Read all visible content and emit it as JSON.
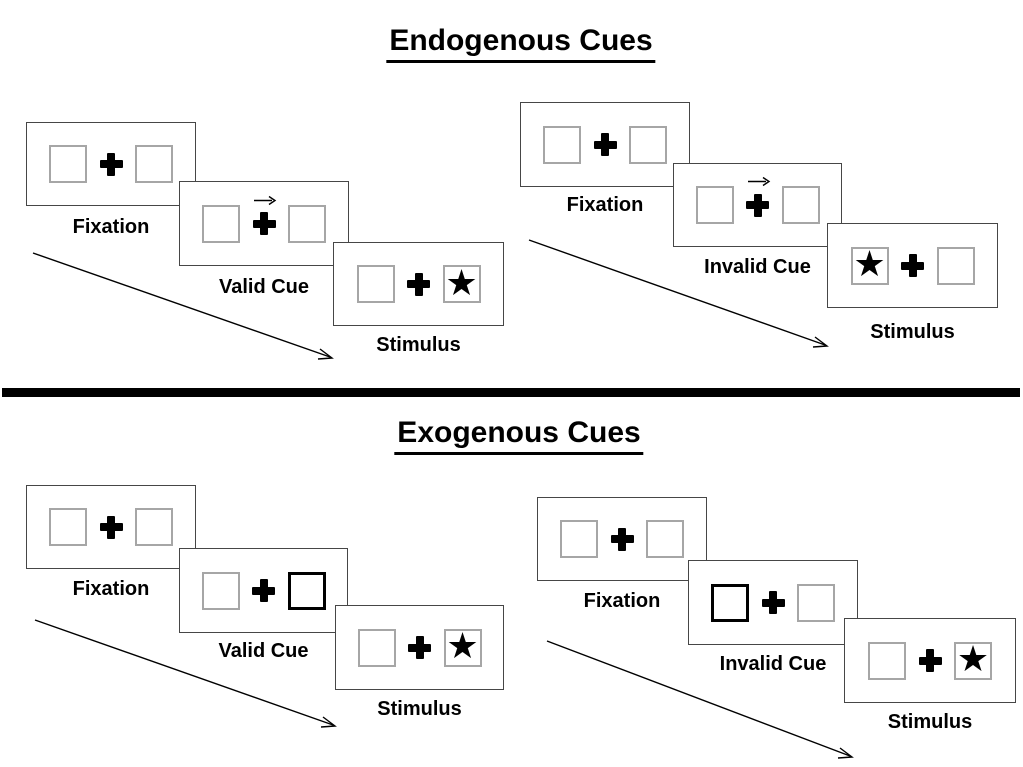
{
  "glyphs": {
    "star": "★"
  },
  "colors": {
    "ink": "#000000",
    "panel_border": "#464646",
    "square_border": "#a6a6a6",
    "highlight_border": "#000000",
    "divider": "#000000",
    "background": "#ffffff"
  },
  "sections": [
    {
      "title": "Endogenous Cues",
      "groups": [
        {
          "name": "valid",
          "panels": [
            {
              "label": "Fixation",
              "type": "fixation"
            },
            {
              "label": "Valid Cue",
              "type": "cue",
              "cue": {
                "type": "arrow-right"
              }
            },
            {
              "label": "Stimulus",
              "type": "stimulus",
              "star_side": "right"
            }
          ]
        },
        {
          "name": "invalid",
          "panels": [
            {
              "label": "Fixation",
              "type": "fixation"
            },
            {
              "label": "Invalid Cue",
              "type": "cue",
              "cue": {
                "type": "arrow-right"
              }
            },
            {
              "label": "Stimulus",
              "type": "stimulus",
              "star_side": "left"
            }
          ]
        }
      ]
    },
    {
      "title": "Exogenous Cues",
      "groups": [
        {
          "name": "valid",
          "panels": [
            {
              "label": "Fixation",
              "type": "fixation"
            },
            {
              "label": "Valid Cue",
              "type": "cue",
              "cue": {
                "type": "highlight-box",
                "side": "right"
              }
            },
            {
              "label": "Stimulus",
              "type": "stimulus",
              "star_side": "right"
            }
          ]
        },
        {
          "name": "invalid",
          "panels": [
            {
              "label": "Fixation",
              "type": "fixation"
            },
            {
              "label": "Invalid Cue",
              "type": "cue",
              "cue": {
                "type": "highlight-box",
                "side": "left"
              }
            },
            {
              "label": "Stimulus",
              "type": "stimulus",
              "star_side": "right"
            }
          ]
        }
      ]
    }
  ]
}
